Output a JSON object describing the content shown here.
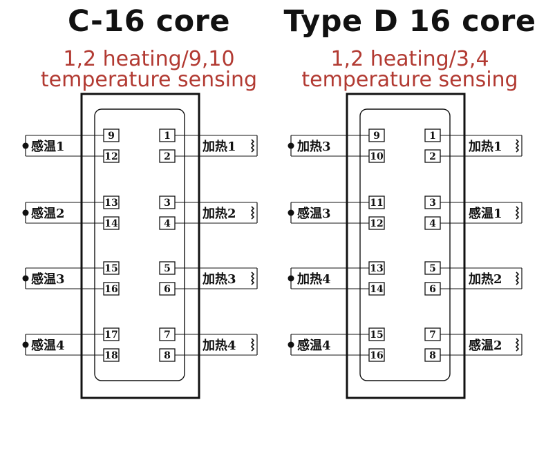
{
  "left": {
    "title": "C-16 core",
    "subtitle_line1": "1,2 heating/9,10",
    "subtitle_line2": "temperature sensing",
    "groups": [
      {
        "inner_pins": [
          "9",
          "12"
        ],
        "inner_label": "感温1",
        "outer_pins": [
          "1",
          "2"
        ],
        "outer_label": "加热1"
      },
      {
        "inner_pins": [
          "13",
          "14"
        ],
        "inner_label": "感温2",
        "outer_pins": [
          "3",
          "4"
        ],
        "outer_label": "加热2"
      },
      {
        "inner_pins": [
          "15",
          "16"
        ],
        "inner_label": "感温3",
        "outer_pins": [
          "5",
          "6"
        ],
        "outer_label": "加热3"
      },
      {
        "inner_pins": [
          "17",
          "18"
        ],
        "inner_label": "感温4",
        "outer_pins": [
          "7",
          "8"
        ],
        "outer_label": "加热4"
      }
    ]
  },
  "right": {
    "title": "Type D 16 core",
    "subtitle_line1": "1,2 heating/3,4",
    "subtitle_line2": "temperature sensing",
    "groups": [
      {
        "inner_pins": [
          "9",
          "10"
        ],
        "inner_label": "加热3",
        "outer_pins": [
          "1",
          "2"
        ],
        "outer_label": "加热1"
      },
      {
        "inner_pins": [
          "11",
          "12"
        ],
        "inner_label": "感温3",
        "outer_pins": [
          "3",
          "4"
        ],
        "outer_label": "感温1"
      },
      {
        "inner_pins": [
          "13",
          "14"
        ],
        "inner_label": "加热4",
        "outer_pins": [
          "5",
          "6"
        ],
        "outer_label": "加热2"
      },
      {
        "inner_pins": [
          "15",
          "16"
        ],
        "inner_label": "感温4",
        "outer_pins": [
          "7",
          "8"
        ],
        "outer_label": "感温2"
      }
    ]
  }
}
